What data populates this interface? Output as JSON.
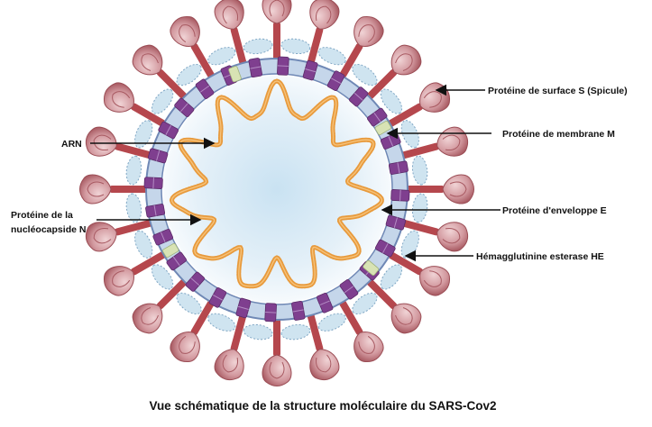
{
  "diagram": {
    "caption": "Vue schématique de la structure moléculaire du SARS-Cov2",
    "labels": {
      "spike": "Protéine de surface S (Spicule)",
      "arn": "ARN",
      "membrane": "Protéine de membrane M",
      "nucleocapsid_line1": "Protéine de la",
      "nucleocapsid_line2": "nucléocapside N",
      "envelope": "Protéine d'enveloppe E",
      "hemagglutinin": "Hémagglutinine esterase HE"
    },
    "colors": {
      "spike_stem": "#b5474d",
      "spike_head": "#d9a4a8",
      "membrane_ring": "#b9cbe3",
      "membrane_protein": "#7f3f8f",
      "envelope_protein": "#d8e3b4",
      "rna": "#e89a3c",
      "core": "#d6e8f3",
      "he_protein": "#cfe4f0"
    }
  }
}
